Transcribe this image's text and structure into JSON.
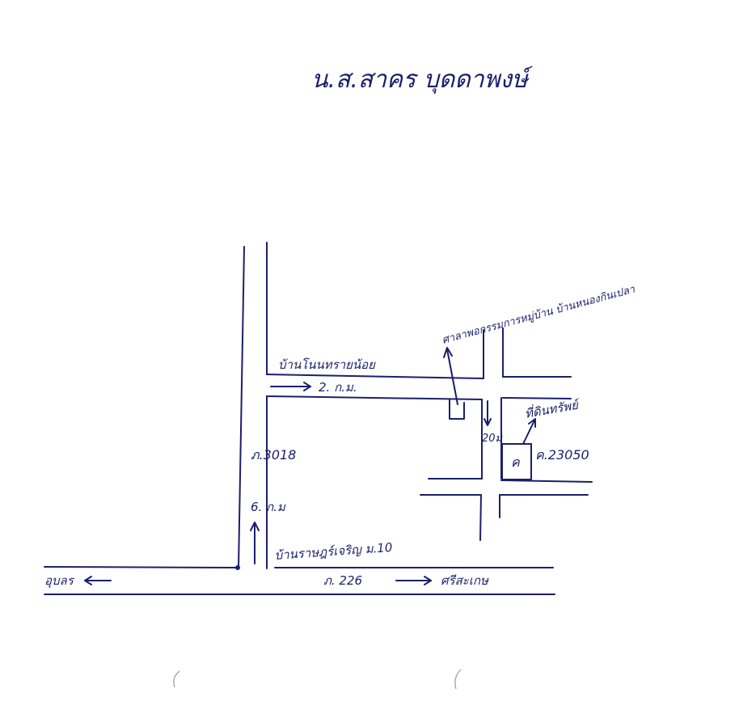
{
  "title": "น.ส.สาคร บุดดาพงษ์",
  "labels": {
    "ban_non_sa_nga": "บ้านโนนทรายน้อย",
    "road_2km": "2. ก.ม.",
    "road_3018": "ภ.3018",
    "road_6km": "6. ก.ม",
    "ban_ra_cha": "บ้านราษฎร์เจริญ ม.10",
    "road_226": "ภ. 226",
    "ubon": "อุบลร",
    "sisaket": "ศรีสะเกษ",
    "sala": "ศาลาพอกรรมการหมู่บ้าน บ้านหนองกินเปลา",
    "dist_20m": "20ม",
    "land_deed": "ที่ดินทรัพย์",
    "land_number": "ค.23050",
    "parcel_mark": "ค"
  },
  "colors": {
    "ink": "#1c1f6b",
    "paper": "#ffffff"
  }
}
